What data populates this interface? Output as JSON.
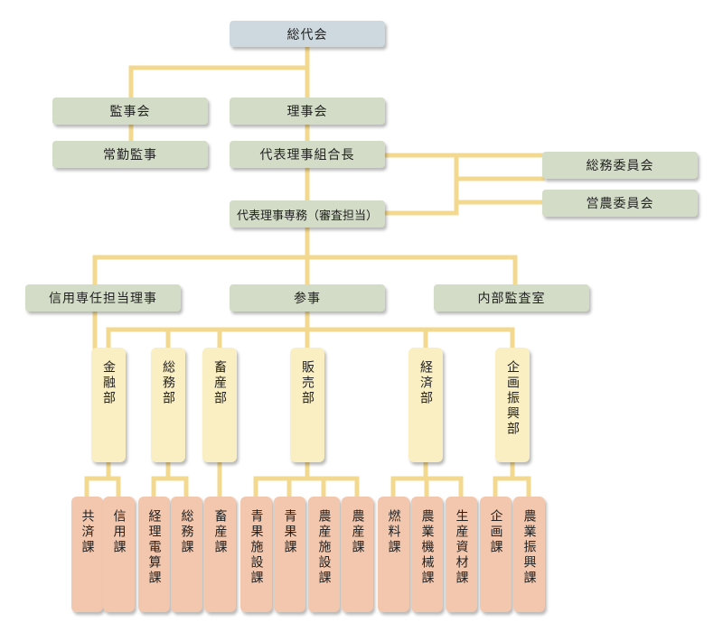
{
  "nodes": {
    "sodaikai": "総代会",
    "kanjikai": "監事会",
    "rijikai": "理事会",
    "jokin_kanji": "常勤監事",
    "kumiaicho": "代表理事組合長",
    "somu_iinkai": "総務委員会",
    "einou_iinkai": "営農委員会",
    "senmu": "代表理事専務（審査担当）",
    "shinyo_riji": "信用専任担当理事",
    "sanji": "参事",
    "naibu_kansa": "内部監査室"
  },
  "departments": [
    {
      "name": "金融部",
      "sections": [
        "共済課",
        "信用課"
      ]
    },
    {
      "name": "総務部",
      "sections": [
        "経理電算課",
        "総務課"
      ]
    },
    {
      "name": "畜産部",
      "sections": [
        "畜産課"
      ]
    },
    {
      "name": "販売部",
      "sections": [
        "青果施設課",
        "青果課",
        "農産施設課",
        "農産課"
      ]
    },
    {
      "name": "経済部",
      "sections": [
        "燃料課",
        "農業機械課",
        "生産資材課"
      ]
    },
    {
      "name": "企画振興部",
      "sections": [
        "企画課",
        "農業振興課"
      ]
    }
  ],
  "colors": {
    "line": "#f3d98f",
    "top_box": "#cdd9de",
    "green_box": "#d3dcc7",
    "dept_box": "#faeec3",
    "section_box": "#f3c7ad"
  }
}
